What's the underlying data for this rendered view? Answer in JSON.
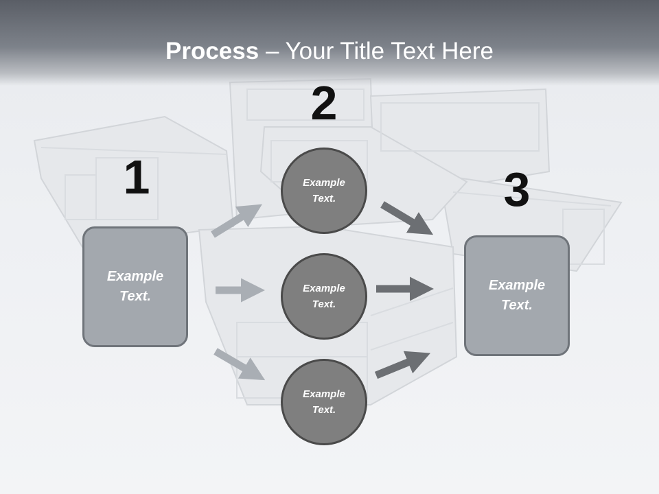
{
  "title": {
    "bold": "Process",
    "rest": " – Your Title Text Here"
  },
  "steps": [
    "1",
    "2",
    "3"
  ],
  "left_box": {
    "text": "Example Text."
  },
  "right_box": {
    "text": "Example Text."
  },
  "circles": [
    {
      "text": "Example Text."
    },
    {
      "text": "Example Text."
    },
    {
      "text": "Example Text."
    }
  ],
  "colors": {
    "header": "#5a5e66",
    "box_fill": "#a3a8ae",
    "circle_fill": "#7f7f7f",
    "arrow_light": "#a9aeb4",
    "arrow_dark": "#6c6f73"
  }
}
